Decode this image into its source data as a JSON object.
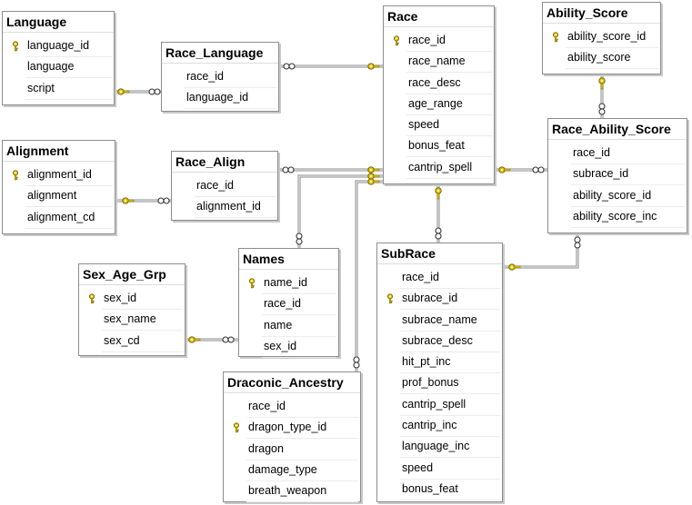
{
  "tables": [
    {
      "id": "language",
      "title": "Language",
      "columns": [
        {
          "name": "language_id",
          "key": true
        },
        {
          "name": "language",
          "key": false
        },
        {
          "name": "script",
          "key": false
        }
      ]
    },
    {
      "id": "race_language",
      "title": "Race_Language",
      "columns": [
        {
          "name": "race_id",
          "key": false
        },
        {
          "name": "language_id",
          "key": false
        }
      ]
    },
    {
      "id": "race",
      "title": "Race",
      "columns": [
        {
          "name": "race_id",
          "key": true
        },
        {
          "name": "race_name",
          "key": false
        },
        {
          "name": "race_desc",
          "key": false
        },
        {
          "name": "age_range",
          "key": false
        },
        {
          "name": "speed",
          "key": false
        },
        {
          "name": "bonus_feat",
          "key": false
        },
        {
          "name": "cantrip_spell",
          "key": false
        }
      ]
    },
    {
      "id": "ability_score",
      "title": "Ability_Score",
      "columns": [
        {
          "name": "ability_score_id",
          "key": true
        },
        {
          "name": "ability_score",
          "key": false
        }
      ]
    },
    {
      "id": "race_ability_score",
      "title": "Race_Ability_Score",
      "columns": [
        {
          "name": "race_id",
          "key": false
        },
        {
          "name": "subrace_id",
          "key": false
        },
        {
          "name": "ability_score_id",
          "key": false
        },
        {
          "name": "ability_score_inc",
          "key": false
        }
      ]
    },
    {
      "id": "alignment",
      "title": "Alignment",
      "columns": [
        {
          "name": "alignment_id",
          "key": true
        },
        {
          "name": "alignment",
          "key": false
        },
        {
          "name": "alignment_cd",
          "key": false
        }
      ]
    },
    {
      "id": "race_align",
      "title": "Race_Align",
      "columns": [
        {
          "name": "race_id",
          "key": false
        },
        {
          "name": "alignment_id",
          "key": false
        }
      ]
    },
    {
      "id": "names",
      "title": "Names",
      "columns": [
        {
          "name": "name_id",
          "key": true
        },
        {
          "name": "race_id",
          "key": false
        },
        {
          "name": "name",
          "key": false
        },
        {
          "name": "sex_id",
          "key": false
        }
      ]
    },
    {
      "id": "sex_age_grp",
      "title": "Sex_Age_Grp",
      "columns": [
        {
          "name": "sex_id",
          "key": true
        },
        {
          "name": "sex_name",
          "key": false
        },
        {
          "name": "sex_cd",
          "key": false
        }
      ]
    },
    {
      "id": "subrace",
      "title": "SubRace",
      "columns": [
        {
          "name": "race_id",
          "key": false
        },
        {
          "name": "subrace_id",
          "key": true
        },
        {
          "name": "subrace_name",
          "key": false
        },
        {
          "name": "subrace_desc",
          "key": false
        },
        {
          "name": "hit_pt_inc",
          "key": false
        },
        {
          "name": "prof_bonus",
          "key": false
        },
        {
          "name": "cantrip_spell",
          "key": false
        },
        {
          "name": "cantrip_inc",
          "key": false
        },
        {
          "name": "language_inc",
          "key": false
        },
        {
          "name": "speed",
          "key": false
        },
        {
          "name": "bonus_feat",
          "key": false
        }
      ]
    },
    {
      "id": "draconic_ancestry",
      "title": "Draconic_Ancestry",
      "columns": [
        {
          "name": "race_id",
          "key": false
        },
        {
          "name": "dragon_type_id",
          "key": true
        },
        {
          "name": "dragon",
          "key": false
        },
        {
          "name": "damage_type",
          "key": false
        },
        {
          "name": "breath_weapon",
          "key": false
        }
      ]
    }
  ],
  "relationships": [
    {
      "id": "language-to-race-language",
      "one": "language",
      "many": "race_language"
    },
    {
      "id": "race-to-race-language",
      "one": "race",
      "many": "race_language"
    },
    {
      "id": "alignment-to-race-align",
      "one": "alignment",
      "many": "race_align"
    },
    {
      "id": "race-to-race-align",
      "one": "race",
      "many": "race_align"
    },
    {
      "id": "race-to-names",
      "one": "race",
      "many": "names"
    },
    {
      "id": "race-to-draconic-ancestry",
      "one": "race",
      "many": "draconic_ancestry"
    },
    {
      "id": "race-to-subrace",
      "one": "race",
      "many": "subrace"
    },
    {
      "id": "race-to-race-ability-score",
      "one": "race",
      "many": "race_ability_score"
    },
    {
      "id": "ability-score-to-race-ability-score",
      "one": "ability_score",
      "many": "race_ability_score"
    },
    {
      "id": "subrace-to-race-ability-score",
      "one": "subrace",
      "many": "race_ability_score"
    },
    {
      "id": "sex-age-grp-to-names",
      "one": "sex_age_grp",
      "many": "names"
    }
  ],
  "colors": {
    "key": "#e8c800",
    "line": "#8a8a8a",
    "border": "#8d8d8d"
  },
  "icons": {
    "primary_key": "key-icon",
    "one_end": "one-end-key-icon",
    "many_end": "infinity-icon"
  }
}
